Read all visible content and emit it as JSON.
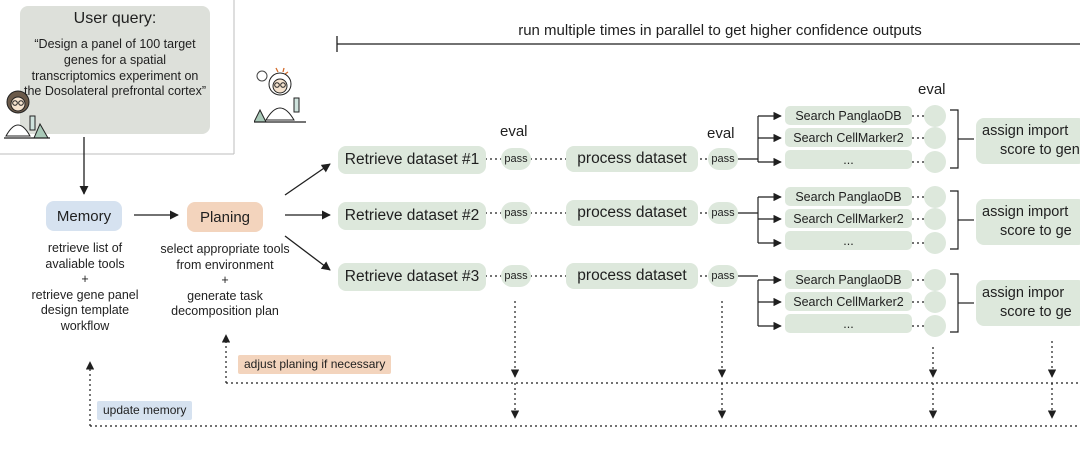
{
  "user_query": {
    "title": "User query:",
    "text": "“Design a panel of 100 target genes for a spatial transcriptomics experiment on the Dosolateral prefrontal cortex”"
  },
  "top_caption": "run multiple times in parallel to get higher confidence outputs",
  "memory": {
    "label": "Memory",
    "desc_1": "retrieve list of avaliable tools",
    "plus": "+",
    "desc_2": "retrieve gene panel design template workflow"
  },
  "planing": {
    "label": "Planing",
    "desc_1": "select appropriate tools from environment",
    "plus": "+",
    "desc_2": "generate task decomposition plan"
  },
  "eval_label": "eval",
  "pass_label": "pass",
  "rows": [
    {
      "retrieve": "Retrieve dataset #1",
      "process": "process dataset",
      "searches": [
        "Search PanglaoDB",
        "Search CellMarker2",
        "..."
      ],
      "assign_1": "assign import",
      "assign_2": "score to gen"
    },
    {
      "retrieve": "Retrieve dataset #2",
      "process": "process dataset",
      "searches": [
        "Search PanglaoDB",
        "Search CellMarker2",
        "..."
      ],
      "assign_1": "assign import",
      "assign_2": "score to ge"
    },
    {
      "retrieve": "Retrieve dataset #3",
      "process": "process dataset",
      "searches": [
        "Search PanglaoDB",
        "Search CellMarker2",
        "..."
      ],
      "assign_1": "assign impor",
      "assign_2": "score to ge"
    }
  ],
  "feedback": {
    "adjust": "adjust planing if necessary",
    "update": "update memory"
  },
  "colors": {
    "green_node": "#dde8dc",
    "blue_node": "#d6e2f0",
    "orange_node": "#f3d4bd",
    "query_box": "#dde0da"
  },
  "icons": [
    "scientist-icon",
    "scientist-icon"
  ]
}
